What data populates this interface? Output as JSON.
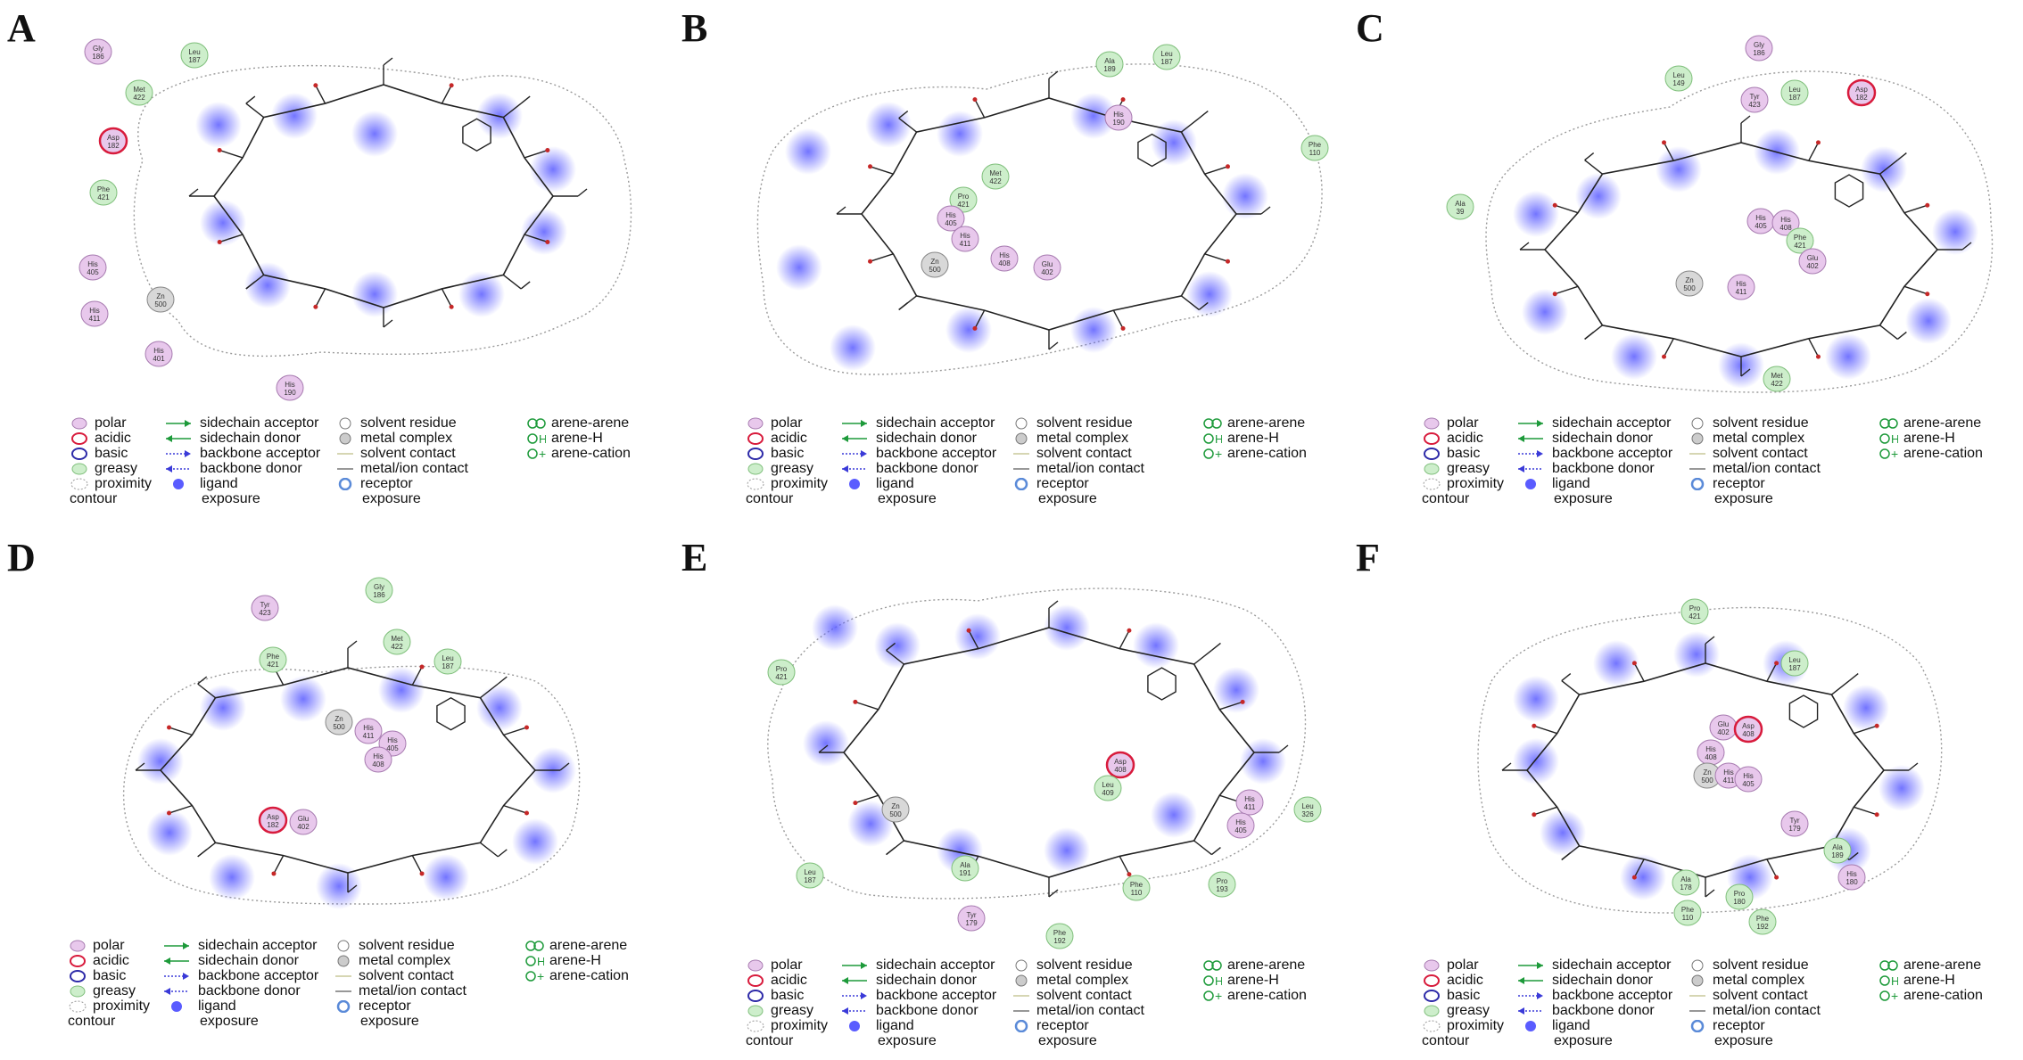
{
  "legend": {
    "col1": [
      "polar",
      "acidic",
      "basic",
      "greasy",
      "proximity",
      "contour"
    ],
    "col2": [
      "sidechain acceptor",
      "sidechain donor",
      "backbone acceptor",
      "backbone donor",
      "ligand",
      "exposure"
    ],
    "col3": [
      "solvent residue",
      "metal complex",
      "solvent contact",
      "metal/ion contact",
      "receptor",
      "exposure"
    ],
    "col4": [
      "arene-arene",
      "arene-H",
      "arene-cation"
    ]
  },
  "colors": {
    "polar": "#e8c8ec",
    "acidic": "#d81b3c",
    "basic": "#2d2aa8",
    "greasy": "#cdeecb",
    "exposure": "#5a5cff",
    "sidechain": "#1d9a3a",
    "backbone": "#3a3ad8"
  },
  "panels": [
    {
      "letter": "A",
      "residues": [
        {
          "name": "Gly 186",
          "type": "polar"
        },
        {
          "name": "Leu 187",
          "type": "greasy"
        },
        {
          "name": "Met 422",
          "type": "greasy"
        },
        {
          "name": "Asp 182",
          "type": "acidic"
        },
        {
          "name": "Phe 421",
          "type": "greasy"
        },
        {
          "name": "His 405",
          "type": "polar"
        },
        {
          "name": "His 411",
          "type": "polar"
        },
        {
          "name": "His 401",
          "type": "polar"
        },
        {
          "name": "His 190",
          "type": "polar"
        },
        {
          "name": "Zn 500",
          "type": "metal"
        }
      ]
    },
    {
      "letter": "B",
      "residues": [
        {
          "name": "Ala 189",
          "type": "greasy"
        },
        {
          "name": "Leu 187",
          "type": "greasy"
        },
        {
          "name": "His 190",
          "type": "polar"
        },
        {
          "name": "Phe 110",
          "type": "greasy"
        },
        {
          "name": "Met 422",
          "type": "greasy"
        },
        {
          "name": "Pro 421",
          "type": "greasy"
        },
        {
          "name": "His 405",
          "type": "polar"
        },
        {
          "name": "His 411",
          "type": "polar"
        },
        {
          "name": "Zn 500",
          "type": "metal"
        },
        {
          "name": "His 408",
          "type": "polar"
        },
        {
          "name": "Glu 402",
          "type": "polar"
        }
      ]
    },
    {
      "letter": "C",
      "residues": [
        {
          "name": "Gly 186",
          "type": "polar"
        },
        {
          "name": "Leu 149",
          "type": "greasy"
        },
        {
          "name": "Tyr 423",
          "type": "polar"
        },
        {
          "name": "Leu 187",
          "type": "greasy"
        },
        {
          "name": "Asp 182",
          "type": "acidic"
        },
        {
          "name": "Ala 39",
          "type": "greasy"
        },
        {
          "name": "His 405",
          "type": "polar"
        },
        {
          "name": "His 408",
          "type": "polar"
        },
        {
          "name": "Phe 421",
          "type": "greasy"
        },
        {
          "name": "Glu 402",
          "type": "polar"
        },
        {
          "name": "Zn 500",
          "type": "metal"
        },
        {
          "name": "His 411",
          "type": "polar"
        },
        {
          "name": "Met 422",
          "type": "greasy"
        }
      ]
    },
    {
      "letter": "D",
      "residues": [
        {
          "name": "Tyr 423",
          "type": "polar"
        },
        {
          "name": "Gly 186",
          "type": "greasy"
        },
        {
          "name": "Phe 421",
          "type": "greasy"
        },
        {
          "name": "Met 422",
          "type": "greasy"
        },
        {
          "name": "Leu 187",
          "type": "greasy"
        },
        {
          "name": "Zn 500",
          "type": "metal"
        },
        {
          "name": "His 411",
          "type": "polar"
        },
        {
          "name": "His 405",
          "type": "polar"
        },
        {
          "name": "His 408",
          "type": "polar"
        },
        {
          "name": "Asp 182",
          "type": "acidic"
        },
        {
          "name": "Glu 402",
          "type": "polar"
        }
      ]
    },
    {
      "letter": "E",
      "residues": [
        {
          "name": "Pro 421",
          "type": "greasy"
        },
        {
          "name": "Asp 408",
          "type": "acidic"
        },
        {
          "name": "Leu 409",
          "type": "greasy"
        },
        {
          "name": "Zn 500",
          "type": "metal"
        },
        {
          "name": "His 411",
          "type": "polar"
        },
        {
          "name": "His 405",
          "type": "polar"
        },
        {
          "name": "Leu 326",
          "type": "greasy"
        },
        {
          "name": "Leu 187",
          "type": "greasy"
        },
        {
          "name": "Ala 191",
          "type": "greasy"
        },
        {
          "name": "Phe 110",
          "type": "greasy"
        },
        {
          "name": "Pro 193",
          "type": "greasy"
        },
        {
          "name": "Tyr 179",
          "type": "polar"
        },
        {
          "name": "Phe 192",
          "type": "greasy"
        }
      ]
    },
    {
      "letter": "F",
      "residues": [
        {
          "name": "Pro 421",
          "type": "greasy"
        },
        {
          "name": "Leu 187",
          "type": "greasy"
        },
        {
          "name": "Glu 402",
          "type": "polar"
        },
        {
          "name": "Asp 408",
          "type": "acidic"
        },
        {
          "name": "His 408",
          "type": "polar"
        },
        {
          "name": "Zn 500",
          "type": "metal"
        },
        {
          "name": "His 411",
          "type": "polar"
        },
        {
          "name": "His 405",
          "type": "polar"
        },
        {
          "name": "Tyr 179",
          "type": "polar"
        },
        {
          "name": "Ala 189",
          "type": "greasy"
        },
        {
          "name": "His 180",
          "type": "polar"
        },
        {
          "name": "Ala 178",
          "type": "greasy"
        },
        {
          "name": "Phe 110",
          "type": "greasy"
        },
        {
          "name": "Pro 180",
          "type": "greasy"
        },
        {
          "name": "Phe 192",
          "type": "greasy"
        }
      ]
    }
  ]
}
